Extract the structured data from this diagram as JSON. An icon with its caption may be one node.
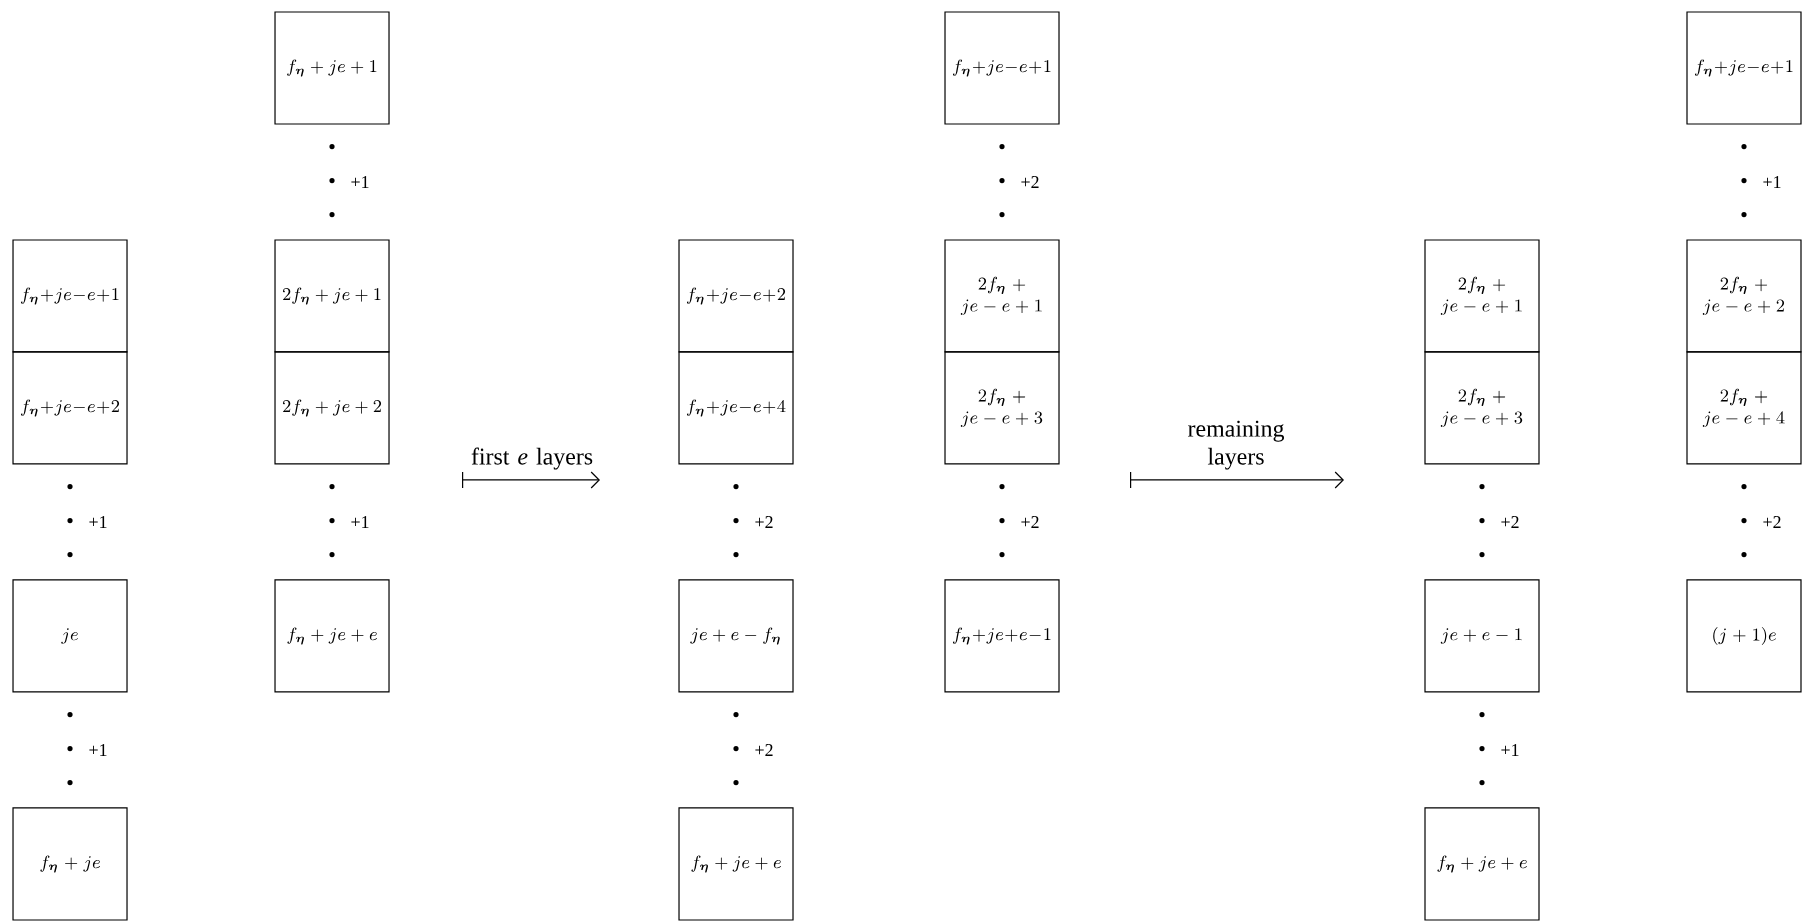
{
  "diagram": {
    "nodes": [
      {
        "text": [
          "f_{\\boldsymbol{\\eta}}+je-e+1"
        ]
      },
      {
        "text": [
          "f_{\\boldsymbol{\\eta}}+je-e+2"
        ]
      },
      {
        "text": [
          "je"
        ]
      },
      {
        "text": [
          "f_{\\boldsymbol{\\eta}}+je"
        ]
      },
      {
        "text": [
          "f_{\\boldsymbol{\\eta}}+je+1"
        ]
      },
      {
        "text": [
          "2f_{\\boldsymbol{\\eta}}+je+1"
        ]
      },
      {
        "text": [
          "2f_{\\boldsymbol{\\eta}}+je+2"
        ]
      },
      {
        "text": [
          "f_{\\boldsymbol{\\eta}}+je+e"
        ]
      },
      {
        "text": [
          "f_{\\boldsymbol{\\eta}}+je-e+2"
        ]
      },
      {
        "text": [
          "f_{\\boldsymbol{\\eta}}+je-e+4"
        ]
      },
      {
        "text": [
          "je+e-f_{\\boldsymbol{\\eta}}"
        ]
      },
      {
        "text": [
          "f_{\\boldsymbol{\\eta}}+je+e"
        ]
      },
      {
        "text": [
          "f_{\\boldsymbol{\\eta}}+je-e+1"
        ]
      },
      {
        "text": [
          "2f_{\\boldsymbol{\\eta}}+je-e+1"
        ]
      },
      {
        "text": [
          "2f_{\\boldsymbol{\\eta}}+je-e+3"
        ]
      },
      {
        "text": [
          "f_{\\boldsymbol{\\eta}}+je+e-1"
        ]
      },
      {
        "text": [
          "2f_{\\boldsymbol{\\eta}}+je-e+1"
        ]
      },
      {
        "text": [
          "2f_{\\boldsymbol{\\eta}}+je-e+3"
        ]
      },
      {
        "text": [
          "je+e-1"
        ]
      },
      {
        "text": [
          "f_{\\boldsymbol{\\eta}}+je+e"
        ]
      },
      {
        "text": [
          "f_{\\boldsymbol{\\eta}}+je-e+1"
        ]
      },
      {
        "text": [
          "2f_{\\boldsymbol{\\eta}}+je-e+2"
        ]
      },
      {
        "text": [
          "2f_{\\boldsymbol{\\eta}}+je-e+4"
        ]
      },
      {
        "text": [
          "(j+1)e"
        ]
      }
    ],
    "edges": [
      {
        "from": 1,
        "to": 2,
        "arrow": "none",
        "label": "+1"
      },
      {
        "from": 2,
        "to": 3,
        "arrow": "none",
        "label": "+1"
      },
      {
        "from": 4,
        "to": 5,
        "arrow": "none",
        "label": "+1"
      },
      {
        "from": 6,
        "to": 7,
        "arrow": "none",
        "label": "+1"
      },
      {
        "from": 9,
        "to": 10,
        "arrow": "none",
        "label": "+2"
      },
      {
        "from": 10,
        "to": 11,
        "arrow": "none",
        "label": "+2"
      },
      {
        "from": 12,
        "to": 13,
        "arrow": "none",
        "label": "+2"
      },
      {
        "from": 14,
        "to": 15,
        "arrow": "none",
        "label": "+2"
      },
      {
        "from": 17,
        "to": 18,
        "arrow": "none",
        "label": "+2"
      },
      {
        "from": 18,
        "to": 19,
        "arrow": "none",
        "label": "+1"
      },
      {
        "from": 20,
        "to": 21,
        "arrow": "none",
        "label": "+1"
      },
      {
        "from": 22,
        "to": 23,
        "arrow": "none",
        "label": "+2"
      }
    ],
    "labels": [
      "first *e* layers",
      "remaining layers"
    ]
  }
}
